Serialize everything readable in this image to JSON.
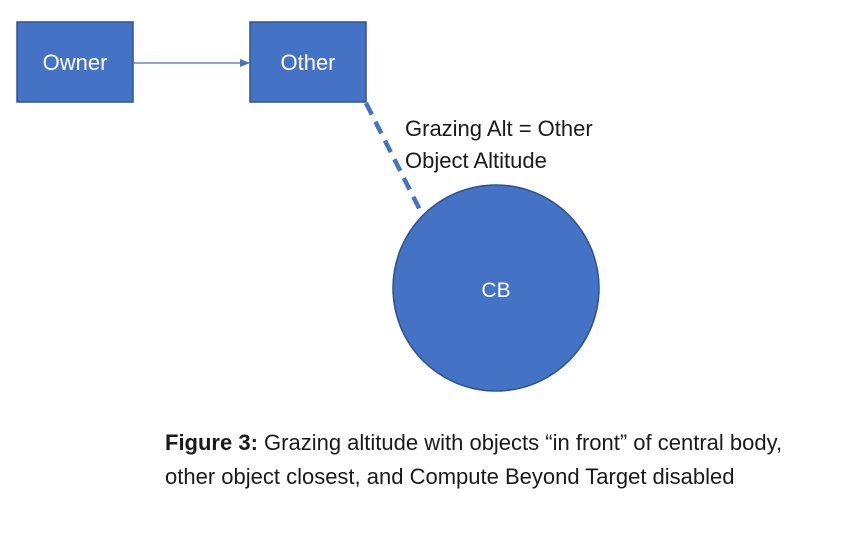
{
  "diagram": {
    "owner_label": "Owner",
    "other_label": "Other",
    "central_body_label": "CB",
    "annotation_line1": "Grazing Alt = Other",
    "annotation_line2": "Object Altitude",
    "colors": {
      "box_fill": "#4472C4",
      "box_stroke": "#2F528F",
      "arrow": "#4472C4",
      "dashed_line": "#4472C4",
      "text": "#1a1a1a"
    }
  },
  "caption": {
    "lead": "Figure 3:",
    "text": " Grazing altitude with objects “in front” of central body, other object closest, and Compute Beyond Target disabled"
  }
}
